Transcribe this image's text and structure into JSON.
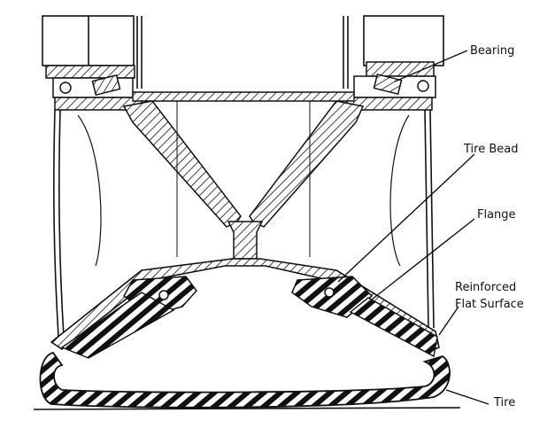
{
  "diagram": {
    "labels": {
      "bearing": "Bearing",
      "tire_bead": "Tire Bead",
      "flange": "Flange",
      "reinforced_line1": "Reinforced",
      "reinforced_line2": "Flat Surface",
      "tire": "Tire"
    },
    "colors": {
      "ink": "#111111",
      "paper": "#ffffff",
      "shade": "#1a1a1a"
    }
  }
}
